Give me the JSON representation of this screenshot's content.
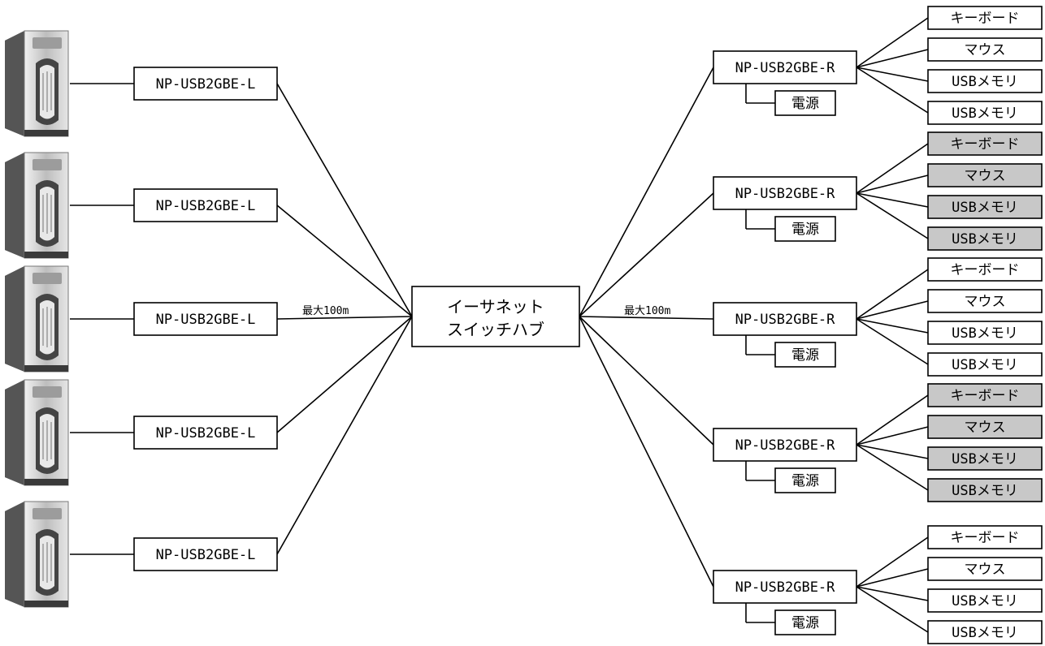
{
  "hub": {
    "line1": "イーサネット",
    "line2": "スイッチハブ"
  },
  "distance_label_left": "最大100m",
  "distance_label_right": "最大100m",
  "left_adapters": [
    "NP-USB2GBE-L",
    "NP-USB2GBE-L",
    "NP-USB2GBE-L",
    "NP-USB2GBE-L",
    "NP-USB2GBE-L"
  ],
  "right_units": [
    {
      "adapter": "NP-USB2GBE-R",
      "power": "電源",
      "shaded": false,
      "devices": [
        "キーボード",
        "マウス",
        "USBメモリ",
        "USBメモリ"
      ]
    },
    {
      "adapter": "NP-USB2GBE-R",
      "power": "電源",
      "shaded": true,
      "devices": [
        "キーボード",
        "マウス",
        "USBメモリ",
        "USBメモリ"
      ]
    },
    {
      "adapter": "NP-USB2GBE-R",
      "power": "電源",
      "shaded": false,
      "devices": [
        "キーボード",
        "マウス",
        "USBメモリ",
        "USBメモリ"
      ]
    },
    {
      "adapter": "NP-USB2GBE-R",
      "power": "電源",
      "shaded": true,
      "devices": [
        "キーボード",
        "マウス",
        "USBメモリ",
        "USBメモリ"
      ]
    },
    {
      "adapter": "NP-USB2GBE-R",
      "power": "電源",
      "shaded": false,
      "devices": [
        "キーボード",
        "マウス",
        "USBメモリ",
        "USBメモリ"
      ]
    }
  ],
  "colors": {
    "line": "#000000",
    "box": "#ffffff",
    "shaded_box": "#c8c8c8"
  }
}
